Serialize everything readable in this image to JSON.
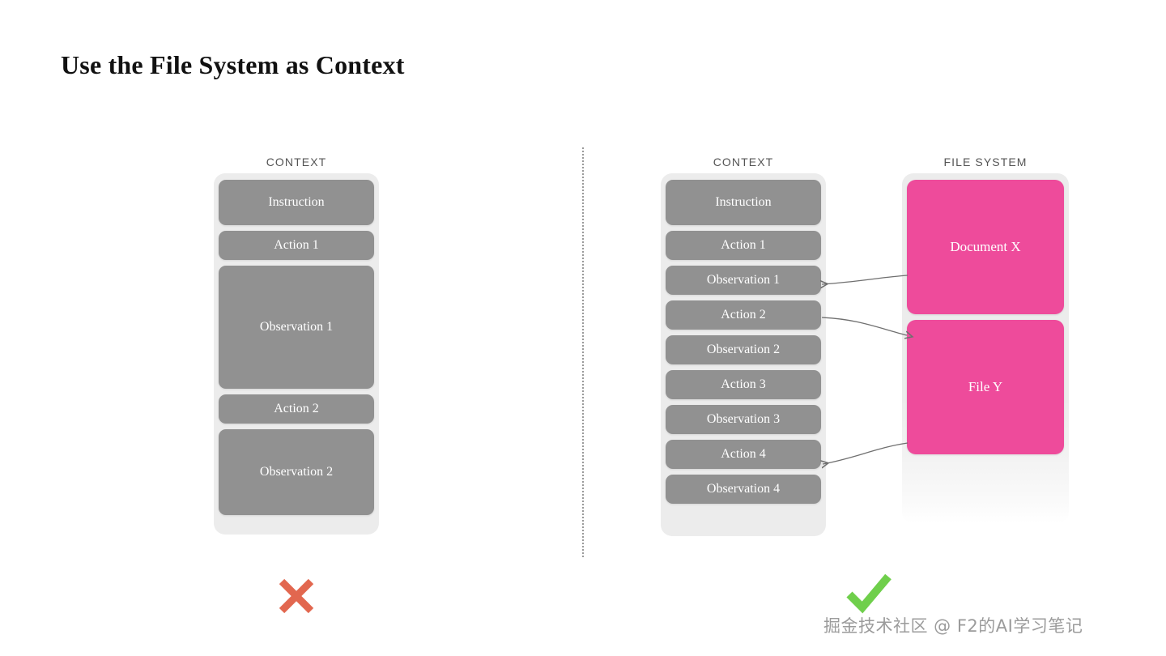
{
  "title": "Use the File System as Context",
  "colors": {
    "block_gray": "#919191",
    "panel_gray": "#ececec",
    "pink": "#ee4b9b",
    "cross_red": "#e2674f",
    "check_green": "#6fcf4b",
    "header_text": "#555555",
    "arrow": "#6f6f6f"
  },
  "left": {
    "header": "CONTEXT",
    "blocks": [
      {
        "label": "Instruction",
        "kind": "instruction"
      },
      {
        "label": "Action 1",
        "kind": "action"
      },
      {
        "label": "Observation 1",
        "kind": "observation-large"
      },
      {
        "label": "Action 2",
        "kind": "action"
      },
      {
        "label": "Observation 2",
        "kind": "observation-large"
      }
    ],
    "verdict": "cross",
    "verdict_icon": "cross-icon"
  },
  "right": {
    "context": {
      "header": "CONTEXT",
      "blocks": [
        {
          "label": "Instruction",
          "kind": "instruction"
        },
        {
          "label": "Action 1",
          "kind": "action"
        },
        {
          "label": "Observation 1",
          "kind": "observation"
        },
        {
          "label": "Action 2",
          "kind": "action"
        },
        {
          "label": "Observation 2",
          "kind": "observation"
        },
        {
          "label": "Action 3",
          "kind": "action"
        },
        {
          "label": "Observation 3",
          "kind": "observation"
        },
        {
          "label": "Action 4",
          "kind": "action"
        },
        {
          "label": "Observation 4",
          "kind": "observation"
        }
      ]
    },
    "filesystem": {
      "header": "FILE SYSTEM",
      "blocks": [
        {
          "label": "Document X"
        },
        {
          "label": "File Y"
        }
      ]
    },
    "verdict": "check",
    "verdict_icon": "check-icon"
  },
  "connections": [
    {
      "from": "Document X",
      "to": "Observation 1",
      "direction": "to-context"
    },
    {
      "from": "Action 2",
      "to": "File Y",
      "direction": "to-filesystem"
    },
    {
      "from": "File Y",
      "to": "Action 4",
      "direction": "to-context"
    }
  ],
  "watermark": "掘金技术社区 @ F2的AI学习笔记"
}
